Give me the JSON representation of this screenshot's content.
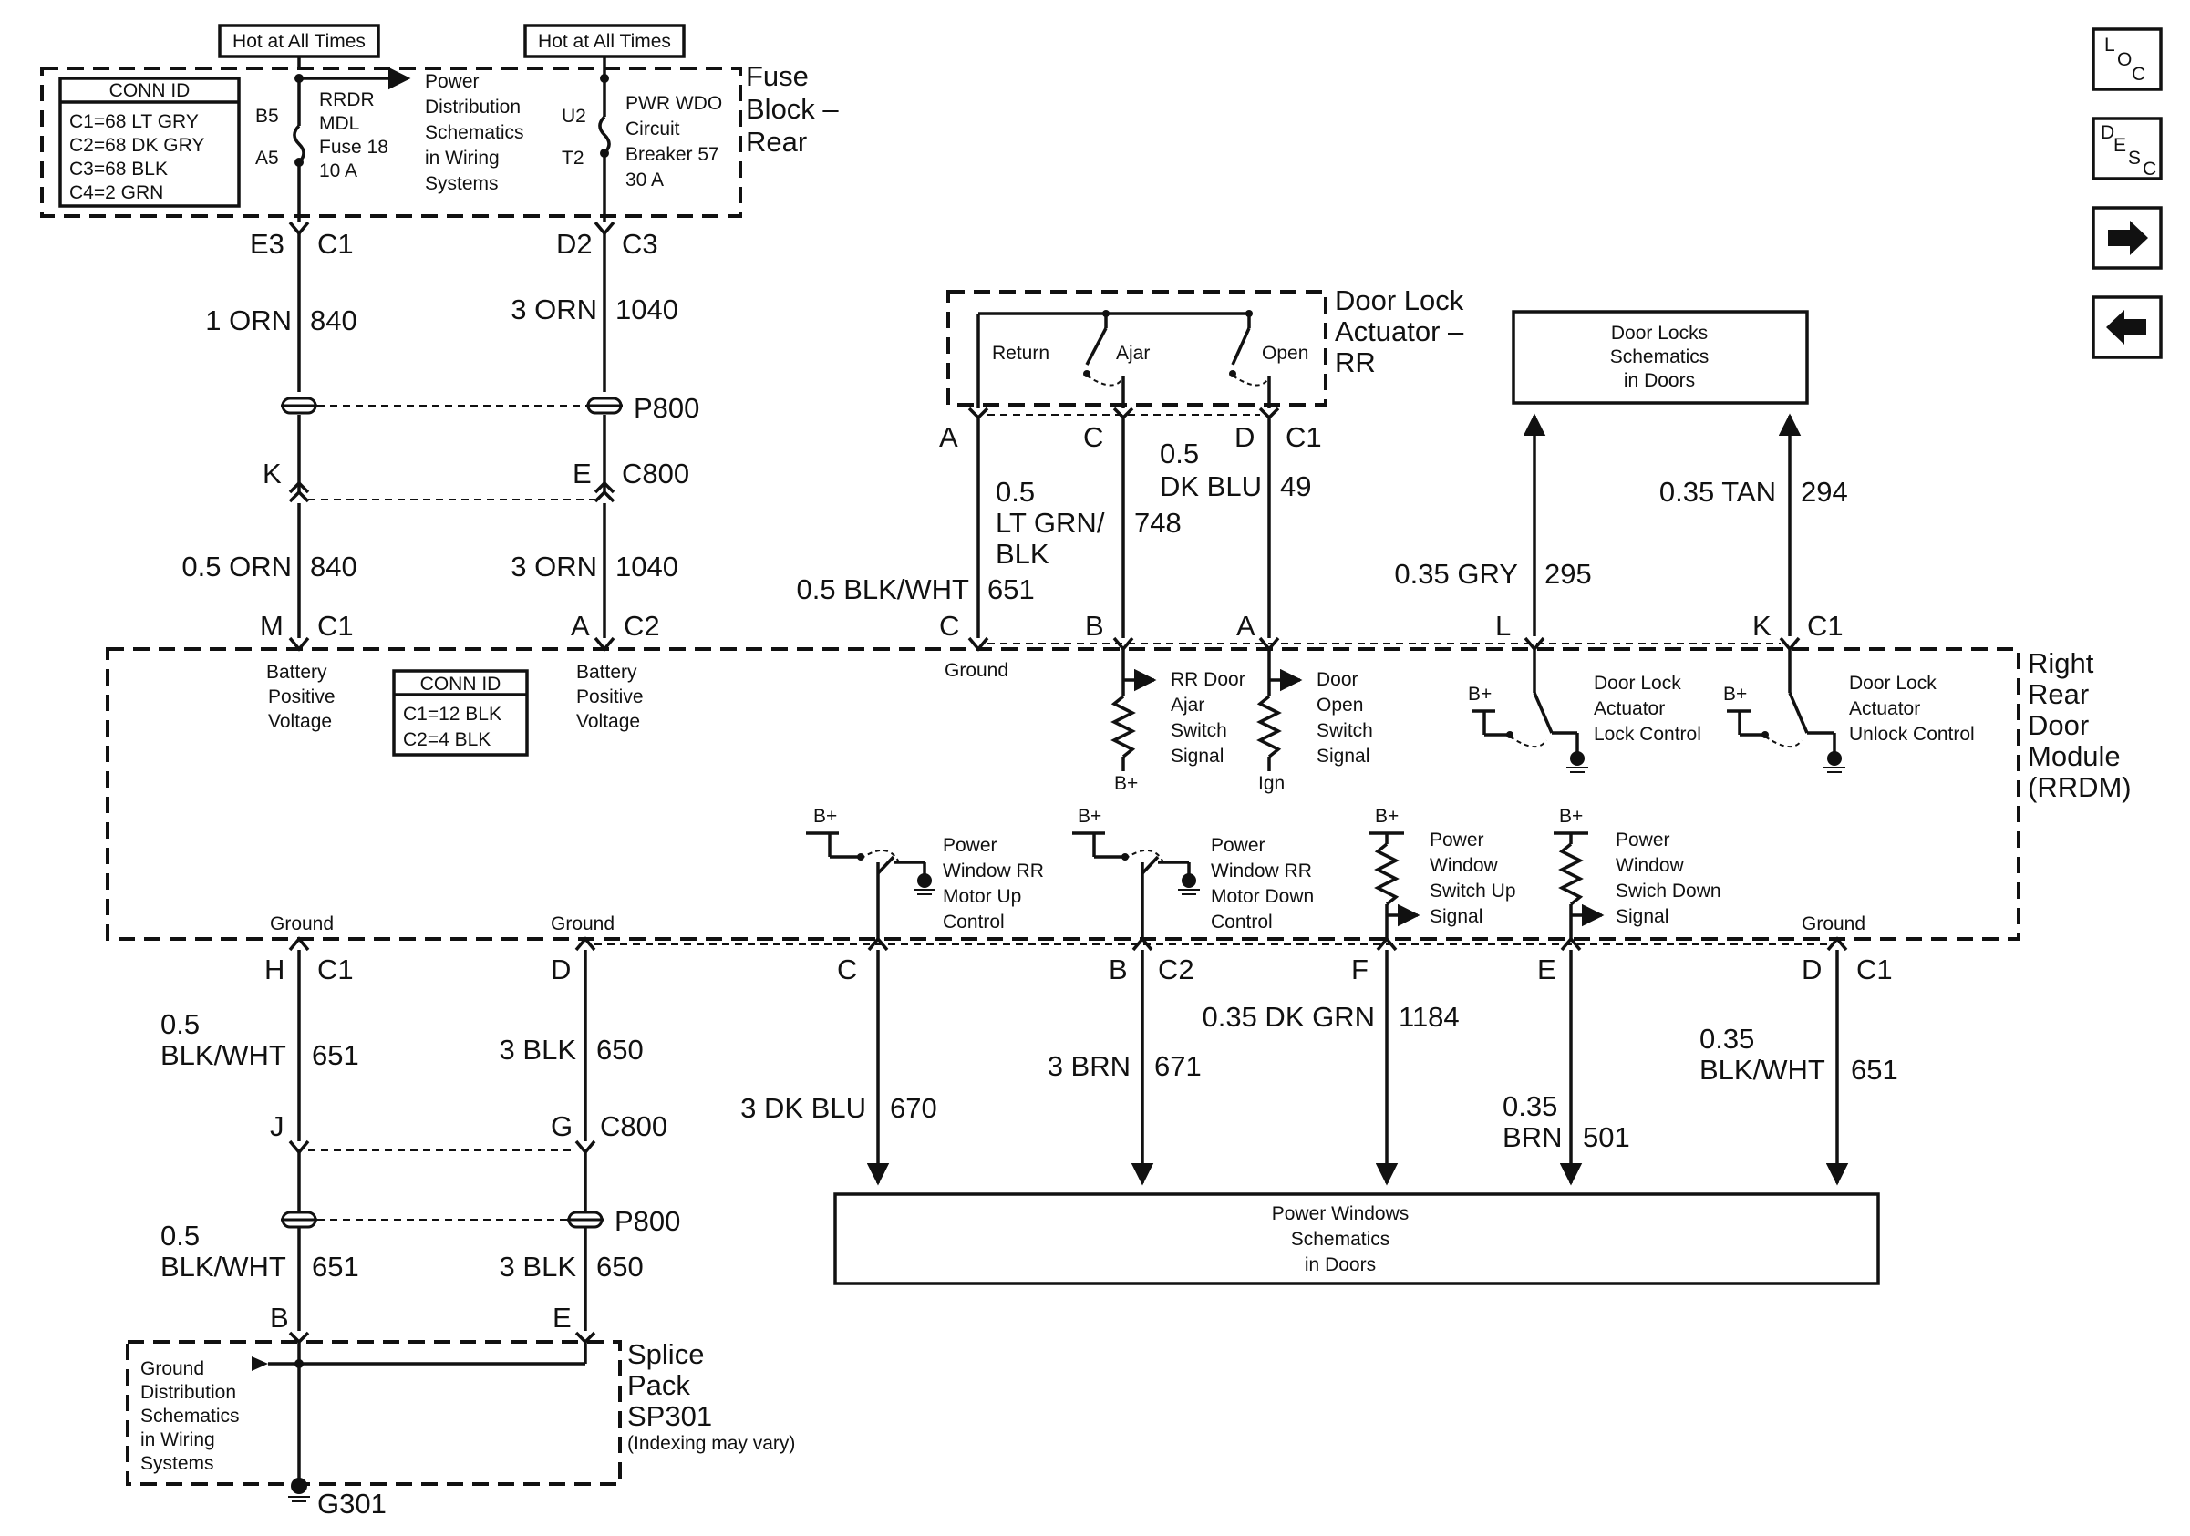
{
  "fuse_block": {
    "hot1": "Hot at All Times",
    "hot2": "Hot at All Times",
    "title": [
      "Fuse",
      "Block –",
      "Rear"
    ],
    "conn_id": {
      "title": "CONN ID",
      "rows": [
        "C1=68 LT GRY",
        "C2=68 DK GRY",
        "C3=68 BLK",
        "C4=2 GRN"
      ]
    },
    "fuse18": {
      "pin_top": "B5",
      "pin_bot": "A5",
      "label": [
        "RRDR",
        "MDL",
        "Fuse 18",
        "10 A"
      ]
    },
    "breaker57": {
      "pin_top": "U2",
      "pin_bot": "T2",
      "label": [
        "PWR WDO",
        "Circuit",
        "Breaker 57",
        "30 A"
      ]
    },
    "power_dist": [
      "Power",
      "Distribution",
      "Schematics",
      "in Wiring",
      "Systems"
    ],
    "out1": {
      "pin": "E3",
      "conn": "C1"
    },
    "out2": {
      "pin": "D2",
      "conn": "C3"
    }
  },
  "upper_wires": {
    "w1a": {
      "gauge": "1 ORN",
      "circuit": "840"
    },
    "w2a": {
      "gauge": "3 ORN",
      "circuit": "1040"
    },
    "p800": "P800",
    "c800_k": "K",
    "c800_e": "E",
    "c800": "C800",
    "w1b": {
      "gauge": "0.5 ORN",
      "circuit": "840"
    },
    "w2b": {
      "gauge": "3 ORN",
      "circuit": "1040"
    }
  },
  "actuator": {
    "title": [
      "Door Lock",
      "Actuator –",
      "RR"
    ],
    "return": "Return",
    "ajar": "Ajar",
    "open": "Open",
    "pin_a": "A",
    "pin_c": "C",
    "pin_d": "D",
    "conn": "C1",
    "wire_a": {
      "gauge": "0.5  BLK/WHT",
      "circuit": "651"
    },
    "wire_c": {
      "gauge": [
        "0.5",
        "LT GRN/",
        "BLK"
      ],
      "circuit": "748"
    },
    "wire_d": {
      "gauge": [
        "0.5",
        "DK BLU"
      ],
      "circuit": "49"
    }
  },
  "door_locks": {
    "label": [
      "Door Locks",
      "Schematics",
      "in Doors"
    ],
    "wire_l": {
      "gauge": "0.35 GRY",
      "circuit": "295"
    },
    "wire_k": {
      "gauge": "0.35 TAN",
      "circuit": "294"
    }
  },
  "rrdm": {
    "title": [
      "Right",
      "Rear",
      "Door",
      "Module",
      "(RRDM)"
    ],
    "top_pins": {
      "m": "M",
      "c1": "C1",
      "a": "A",
      "c2": "C2",
      "c": "C",
      "b": "B",
      "a2": "A",
      "l": "L",
      "k": "K",
      "c1b": "C1"
    },
    "batt1": [
      "Battery",
      "Positive",
      "Voltage"
    ],
    "batt2": [
      "Battery",
      "Positive",
      "Voltage"
    ],
    "conn_id": {
      "title": "CONN ID",
      "rows": [
        "C1=12 BLK",
        "C2=4 BLK"
      ]
    },
    "ground_top": "Ground",
    "rr_ajar": [
      "RR Door",
      "Ajar",
      "Switch",
      "Signal"
    ],
    "door_open": [
      "Door",
      "Open",
      "Switch",
      "Signal"
    ],
    "bplus": "B+",
    "ign": "Ign",
    "lock_ctrl": [
      "Door Lock",
      "Actuator",
      "Lock Control"
    ],
    "unlock_ctrl": [
      "Door Lock",
      "Actuator",
      "Unlock Control"
    ],
    "pw_up_ctrl": [
      "Power",
      "Window RR",
      "Motor Up",
      "Control"
    ],
    "pw_down_ctrl": [
      "Power",
      "Window RR",
      "Motor Down",
      "Control"
    ],
    "pw_up_sig": [
      "Power",
      "Window",
      "Switch Up",
      "Signal"
    ],
    "pw_down_sig": [
      "Power",
      "Window",
      "Swich Down",
      "Signal"
    ],
    "ground_h": "Ground",
    "ground_d": "Ground",
    "ground_d1": "Ground",
    "bot_pins": {
      "h": "H",
      "c1": "C1",
      "d": "D",
      "c": "C",
      "b": "B",
      "c2": "C2",
      "f": "F",
      "e": "E",
      "d1": "D",
      "c1b": "C1"
    }
  },
  "lower_wires": {
    "h_wire": {
      "gauge": [
        "0.5",
        "BLK/WHT"
      ],
      "circuit": "651"
    },
    "d_wire": {
      "gauge": "3 BLK",
      "circuit": "650"
    },
    "c_wire": {
      "gauge": "3 DK BLU",
      "circuit": "670"
    },
    "b_wire": {
      "gauge": "3 BRN",
      "circuit": "671"
    },
    "f_wire": {
      "gauge": "0.35 DK GRN",
      "circuit": "1184"
    },
    "e_wire": {
      "gauge": [
        "0.35",
        "BRN"
      ],
      "circuit": "501"
    },
    "d1_wire": {
      "gauge": [
        "0.35",
        "BLK/WHT"
      ],
      "circuit": "651"
    },
    "j": "J",
    "g": "G",
    "c800": "C800",
    "j_wire": {
      "gauge": [
        "0.5",
        "BLK/WHT"
      ],
      "circuit": "651"
    },
    "g_wire": {
      "gauge": "3 BLK",
      "circuit": "650"
    },
    "p800": "P800",
    "b": "B",
    "e": "E"
  },
  "power_windows": {
    "label": [
      "Power Windows",
      "Schematics",
      "in Doors"
    ]
  },
  "splice": {
    "title": [
      "Splice",
      "Pack",
      "SP301"
    ],
    "note": "(Indexing may vary)",
    "ground_dist": [
      "Ground",
      "Distribution",
      "Schematics",
      "in Wiring",
      "Systems"
    ],
    "g301": "G301"
  },
  "nav": {
    "loc": {
      "l": "L",
      "o": "O",
      "c": "C"
    },
    "desc": {
      "d": "D",
      "e": "E",
      "s": "S",
      "c": "C"
    },
    "next_icon": "right-arrow-icon",
    "prev_icon": "left-arrow-icon"
  }
}
